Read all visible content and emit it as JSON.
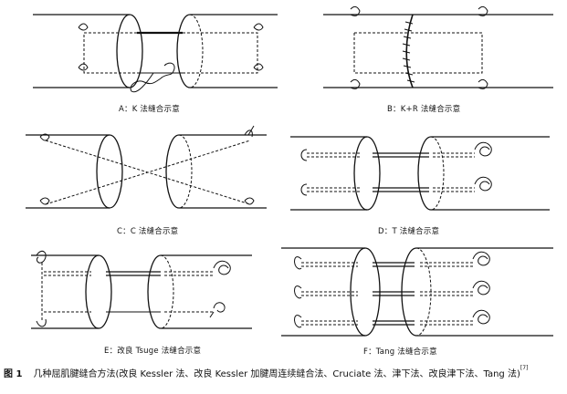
{
  "panels": {
    "a": {
      "caption": "A：K 法缝合示意"
    },
    "b": {
      "caption": "B：K+R 法缝合示意"
    },
    "c": {
      "caption": "C：C 法缝合示意"
    },
    "d": {
      "caption": "D：T 法缝合示意"
    },
    "e": {
      "caption": "E：改良 Tsuge 法缝合示意"
    },
    "f": {
      "caption": "F：Tang 法缝合示意"
    }
  },
  "figure": {
    "number": "图 1",
    "title": "几种屈肌腱缝合方法(改良 Kessler 法、改良 Kessler 加腱周连续缝合法、Cruciate 法、津下法、改良津下法、Tang 法)",
    "ref": "[7]"
  }
}
